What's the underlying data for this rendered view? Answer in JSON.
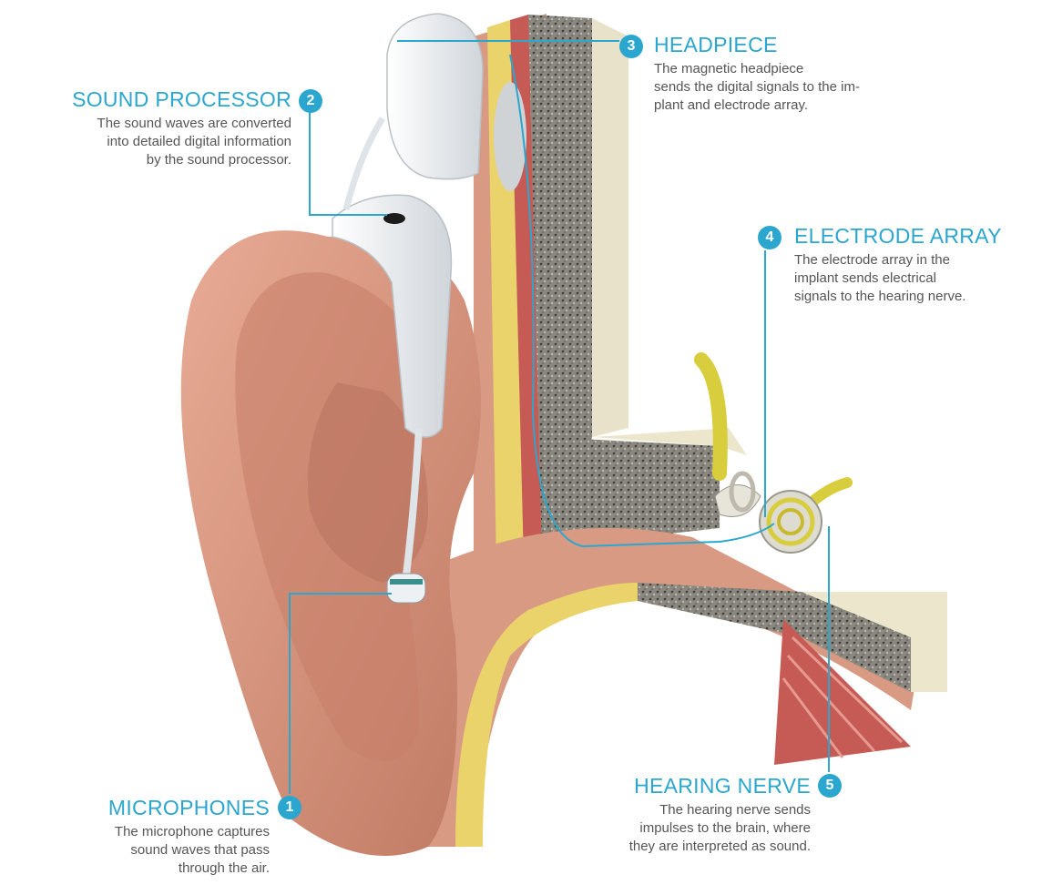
{
  "theme": {
    "accent": "#2ba6cf",
    "text": "#555555",
    "skin": "#d99a84",
    "skin_dark": "#b8735e",
    "fat": "#e9d36a",
    "muscle": "#c65a55",
    "bone": "#7f7d76",
    "device": "#eef1f3",
    "nerve": "#d8cd3c",
    "lead": "#2ba6cf"
  },
  "callouts": [
    {
      "number": "1",
      "title": "MICROPHONES",
      "desc_lines": [
        "The microphone captures",
        "sound waves that pass",
        "through the air."
      ]
    },
    {
      "number": "2",
      "title": "SOUND PROCESSOR",
      "desc_lines": [
        "The sound waves are converted",
        "into detailed digital information",
        "by the sound processor."
      ]
    },
    {
      "number": "3",
      "title": "HEADPIECE",
      "desc_lines": [
        "The magnetic headpiece",
        "sends the digital signals to the im-",
        "plant and electrode array."
      ]
    },
    {
      "number": "4",
      "title": "ELECTRODE ARRAY",
      "desc_lines": [
        "The electrode array in the",
        "implant sends electrical",
        "signals to the hearing nerve."
      ]
    },
    {
      "number": "5",
      "title": "HEARING NERVE",
      "desc_lines": [
        "The hearing nerve sends",
        "impulses to the brain, where",
        "they are interpreted as sound."
      ]
    }
  ]
}
